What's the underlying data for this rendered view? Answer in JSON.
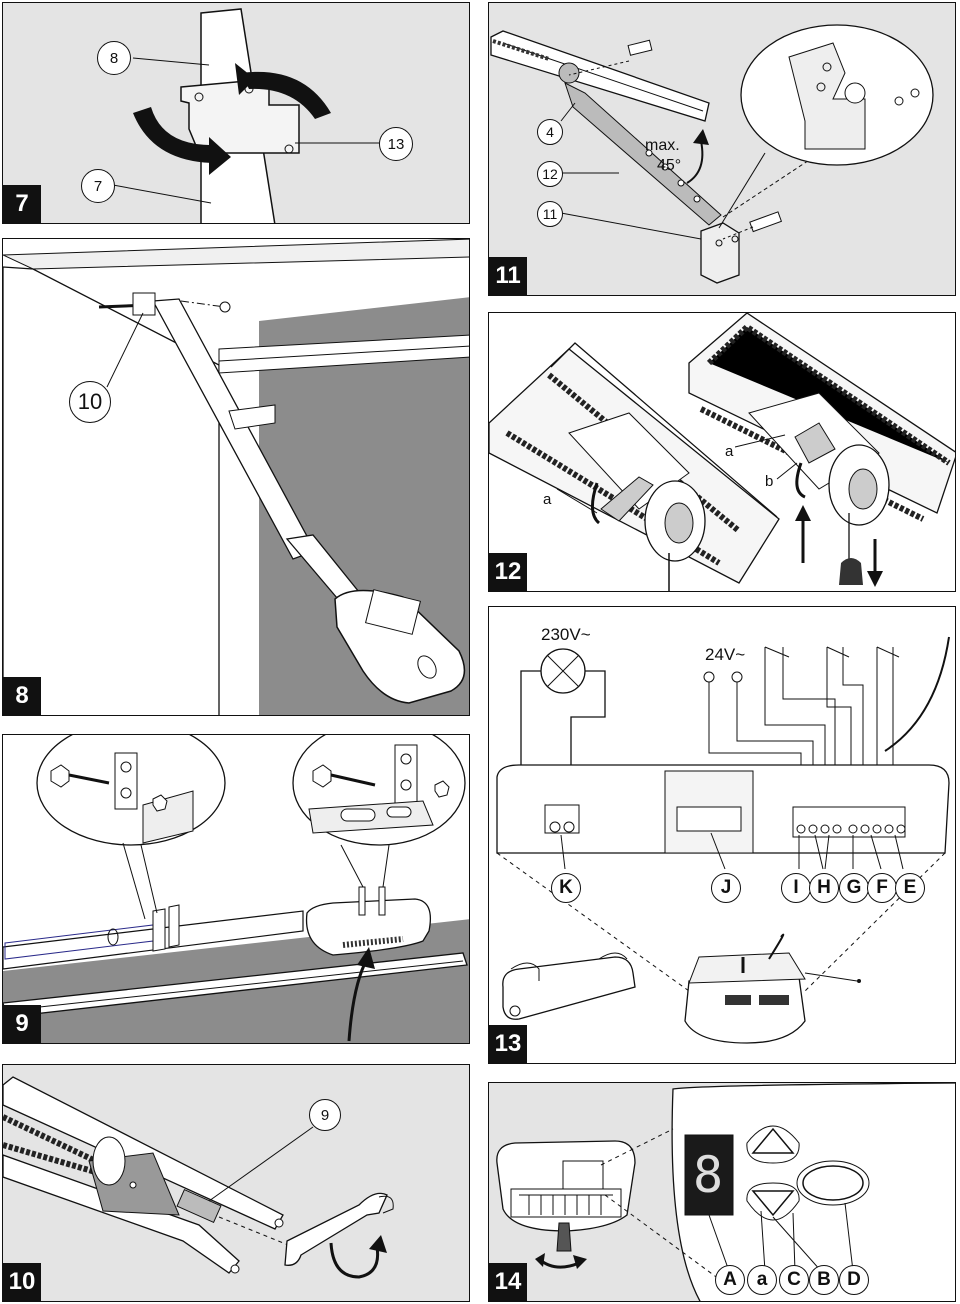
{
  "panels": {
    "p7": {
      "number": "7",
      "callouts": [
        "8",
        "13",
        "7"
      ]
    },
    "p8": {
      "number": "8",
      "callouts": [
        "10"
      ]
    },
    "p9": {
      "number": "9"
    },
    "p10": {
      "number": "10",
      "callouts": [
        "9"
      ]
    },
    "p11": {
      "number": "11",
      "callouts": [
        "4",
        "12",
        "11"
      ],
      "angle_label_1": "max.",
      "angle_label_2": "45°"
    },
    "p12": {
      "number": "12",
      "labels": [
        "a",
        "a",
        "b"
      ]
    },
    "p13": {
      "number": "13",
      "voltage_mains": "230V~",
      "voltage_low": "24V~",
      "terminals": [
        "K",
        "J",
        "I",
        "H",
        "G",
        "F",
        "E"
      ]
    },
    "p14": {
      "number": "14",
      "controls": [
        "A",
        "a",
        "C",
        "B",
        "D"
      ],
      "display_digit": "8"
    }
  },
  "colors": {
    "panel_bg": "#e4e4e4",
    "ink": "#111111",
    "label_bg": "#111111",
    "label_text": "#ffffff"
  }
}
